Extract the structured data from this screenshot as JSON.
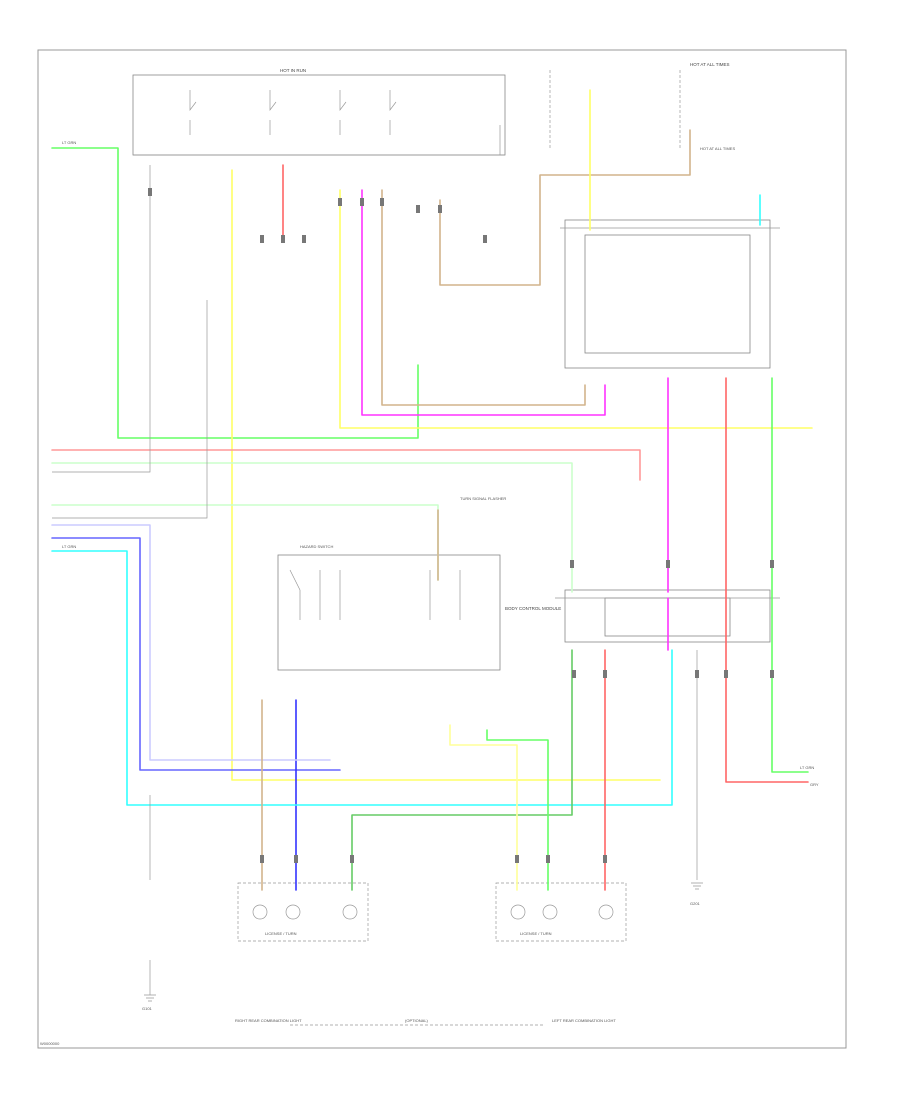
{
  "diagram": {
    "footer_code": "W0000000",
    "labels": {
      "lt_grn_top_left": "LT GRN",
      "switch_header": "HOT IN RUN",
      "relay_header": "HOT AT ALL TIMES",
      "lighting_relay": "HOT AT ALL TIMES",
      "ground_right": "G201",
      "ground_left": "G101",
      "left_lamp_title": "LICENSE / TURN",
      "right_lamp_title": "LICENSE / TURN",
      "left_lamp_caption": "RIGHT REAR COMBINATION LIGHT",
      "right_lamp_caption": "LEFT REAR COMBINATION LIGHT",
      "center_note": "(OPTIONAL)",
      "lt_grn_bottom_right": "LT GRN",
      "gry_bottom_right": "GRY",
      "lt_grn_mid_left": "LT GRN",
      "body_control": "BODY CONTROL MODULE",
      "hazard": "HAZARD SWITCH",
      "flasher": "TURN SIGNAL FLASHER"
    }
  }
}
